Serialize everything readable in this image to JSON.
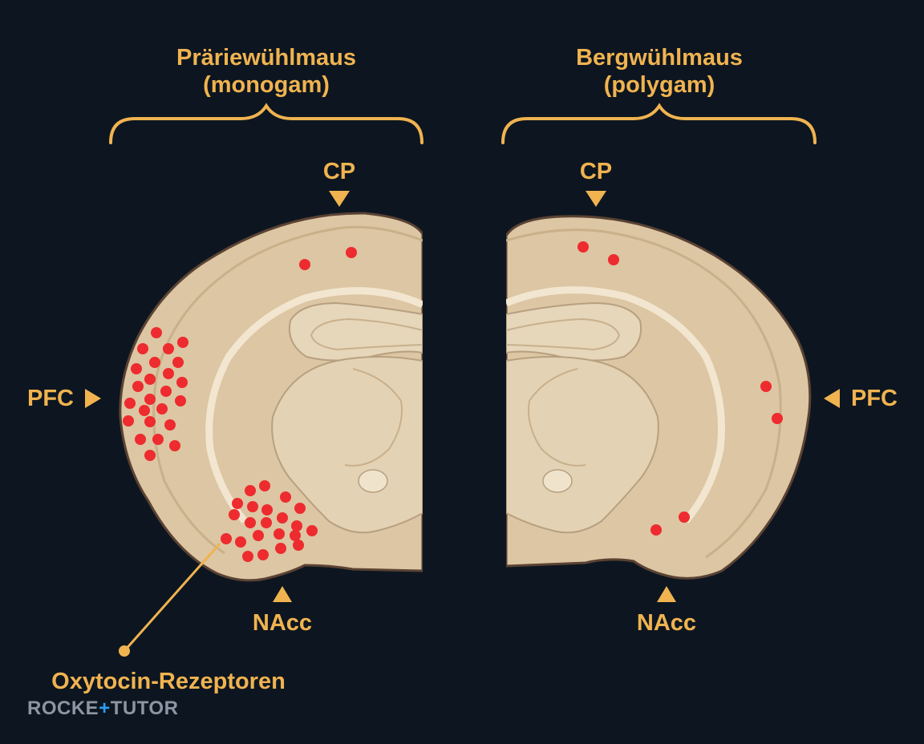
{
  "left_title": {
    "line1": "Präriewühlmaus",
    "line2": "(monogam)"
  },
  "right_title": {
    "line1": "Bergwühlmaus",
    "line2": "(polygam)"
  },
  "labels": {
    "cp_left": "CP",
    "cp_right": "CP",
    "pfc_left": "PFC",
    "pfc_right": "PFC",
    "nacc_left": "NAcc",
    "nacc_right": "NAcc"
  },
  "annotation": "Oxytocin-Rezeptoren",
  "logo": {
    "part1": "ROCKE",
    "plus": "+",
    "part2": "TUTOR"
  },
  "colors": {
    "background": "#0d1620",
    "accent": "#f0b350",
    "receptor": "#ee2b2f",
    "tissue": "#dcc6a3"
  }
}
